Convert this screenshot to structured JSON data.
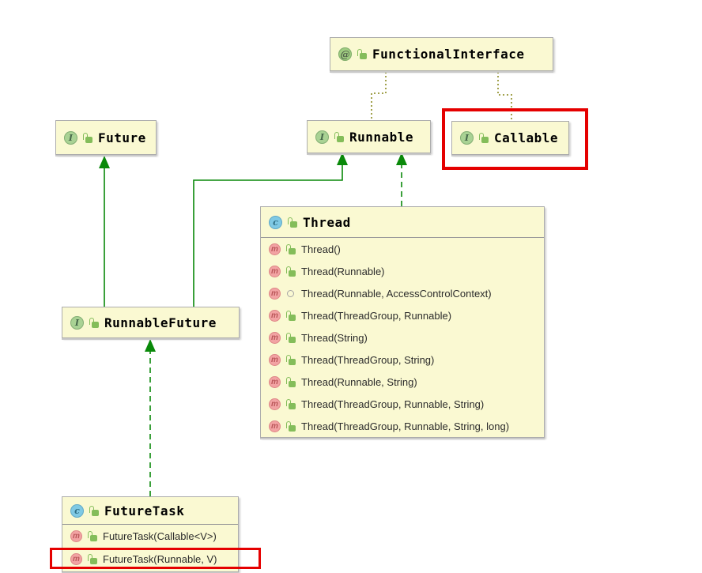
{
  "icons": {
    "annotation_glyph": "@",
    "interface_glyph": "I",
    "class_glyph": "c",
    "method_glyph": "m"
  },
  "colors": {
    "node_fill": "#FAF9D2",
    "node_border": "#ACACAC",
    "inheritance_green": "#098909",
    "annotation_link_olive": "#A2A24E",
    "highlight_red": "#E50000",
    "interface_icon": "#A9D294",
    "class_icon": "#7FC9E4",
    "annotation_icon": "#9FCC80",
    "method_icon": "#F2A3A3",
    "lock_green": "#84BD5A"
  },
  "nodes": {
    "functionalInterface": {
      "kind": "annotation",
      "title": "FunctionalInterface"
    },
    "future": {
      "kind": "interface",
      "title": "Future"
    },
    "runnable": {
      "kind": "interface",
      "title": "Runnable"
    },
    "callable": {
      "kind": "interface",
      "title": "Callable"
    },
    "runnableFuture": {
      "kind": "interface",
      "title": "RunnableFuture"
    },
    "thread": {
      "kind": "class",
      "title": "Thread",
      "methods": [
        {
          "label": "Thread()",
          "visibility": "public"
        },
        {
          "label": "Thread(Runnable)",
          "visibility": "public"
        },
        {
          "label": "Thread(Runnable, AccessControlContext)",
          "visibility": "package"
        },
        {
          "label": "Thread(ThreadGroup, Runnable)",
          "visibility": "public"
        },
        {
          "label": "Thread(String)",
          "visibility": "public"
        },
        {
          "label": "Thread(ThreadGroup, String)",
          "visibility": "public"
        },
        {
          "label": "Thread(Runnable, String)",
          "visibility": "public"
        },
        {
          "label": "Thread(ThreadGroup, Runnable, String)",
          "visibility": "public"
        },
        {
          "label": "Thread(ThreadGroup, Runnable, String, long)",
          "visibility": "public"
        }
      ]
    },
    "futureTask": {
      "kind": "class",
      "title": "FutureTask",
      "methods": [
        {
          "label": "FutureTask(Callable<V>)",
          "visibility": "public"
        },
        {
          "label": "FutureTask(Runnable, V)",
          "visibility": "public"
        }
      ]
    }
  },
  "edges": [
    {
      "from": "RunnableFuture",
      "to": "Future",
      "type": "extends",
      "style": "solid-green"
    },
    {
      "from": "RunnableFuture",
      "to": "Runnable",
      "type": "extends",
      "style": "solid-green"
    },
    {
      "from": "Thread",
      "to": "Runnable",
      "type": "implements",
      "style": "dashed-green"
    },
    {
      "from": "FutureTask",
      "to": "RunnableFuture",
      "type": "implements",
      "style": "dashed-green"
    },
    {
      "from": "FunctionalInterface",
      "to": "Runnable",
      "type": "annotated-by",
      "style": "dotted-olive"
    },
    {
      "from": "FunctionalInterface",
      "to": "Callable",
      "type": "annotated-by",
      "style": "dotted-olive"
    }
  ],
  "highlights": [
    {
      "target": "Callable",
      "shape": "rectangle",
      "color": "#E50000"
    },
    {
      "target": "FutureTask(Runnable, V)",
      "shape": "rectangle",
      "color": "#E50000"
    }
  ]
}
